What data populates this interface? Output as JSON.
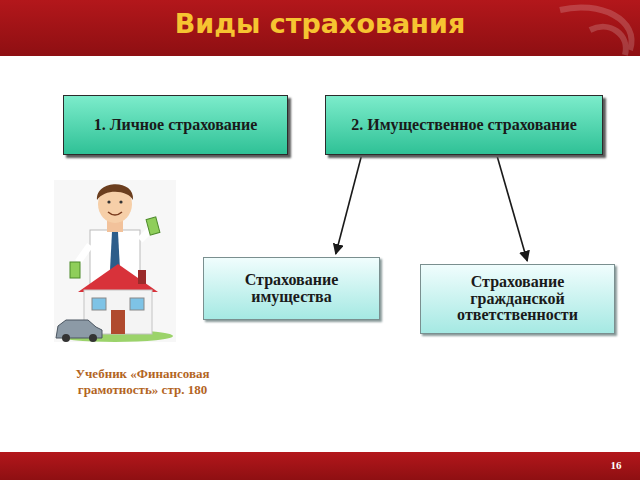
{
  "diagram": {
    "title": "Виды страхования",
    "nodes": [
      {
        "text": [
          "1. Личное страхование"
        ]
      },
      {
        "text": [
          "2. Имущественное страхование"
        ]
      },
      {
        "text": [
          "Страхование имущества"
        ]
      },
      {
        "text": [
          "Страхование гражданской ответственности"
        ]
      }
    ],
    "edges": [
      {
        "from": 1,
        "to": 2,
        "arrow": "to"
      },
      {
        "from": 1,
        "to": 3,
        "arrow": "to"
      }
    ],
    "labels": [
      "Учебник «Финансовая грамотность» стр. 180",
      "16"
    ]
  }
}
